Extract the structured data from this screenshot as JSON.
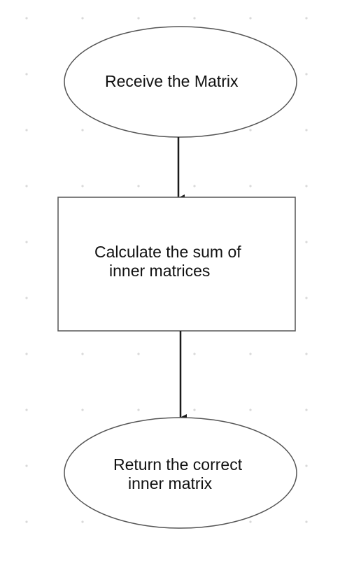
{
  "diagram": {
    "nodes": {
      "start": {
        "shape": "ellipse",
        "label": "Receive the Matrix"
      },
      "process": {
        "shape": "rectangle",
        "line1": "Calculate the sum of",
        "line2": "inner matrices"
      },
      "end": {
        "shape": "ellipse",
        "line1": "Return the correct",
        "line2": "inner matrix"
      }
    },
    "edges": [
      {
        "from": "start",
        "to": "process"
      },
      {
        "from": "process",
        "to": "end"
      }
    ],
    "colors": {
      "background": "#ffffff",
      "grid_dot": "#d9d9d9",
      "stroke": "#1a1a1a",
      "box_stroke": "#555555",
      "text": "#111111"
    }
  }
}
